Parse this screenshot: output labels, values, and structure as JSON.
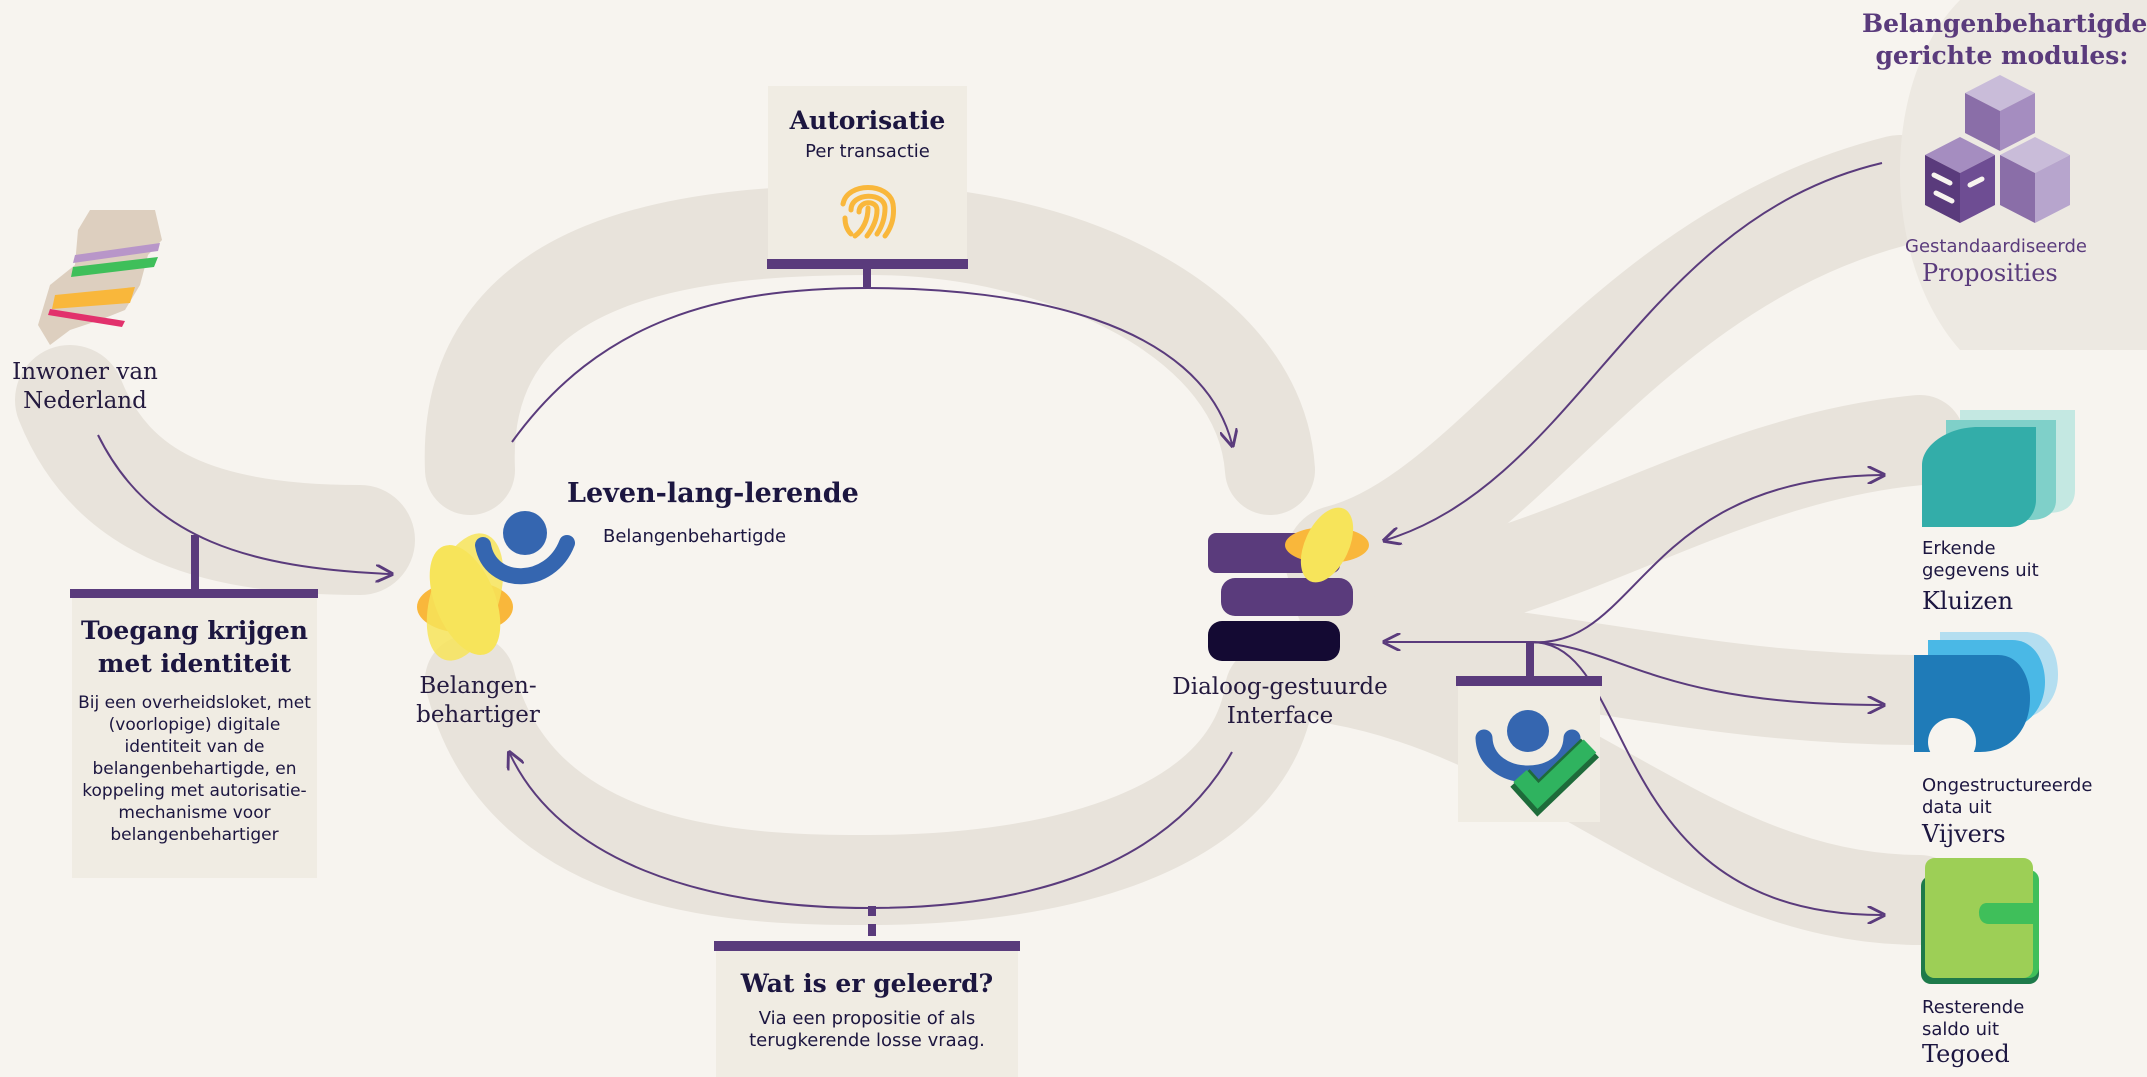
{
  "citizen": {
    "line1": "Inwoner van",
    "line2": "Nederland"
  },
  "access_card": {
    "title1": "Toegang krijgen",
    "title2": "met identiteit",
    "body": [
      "Bij een overheidsloket, met",
      "(voorlopige) digitale",
      "identiteit van de",
      "belangenbehartigde, en",
      "koppeling met autorisatie-",
      "mechanisme voor",
      "belangenbehartiger"
    ]
  },
  "advocate": {
    "line1": "Belangen-",
    "line2": "behartiger"
  },
  "lifelong": {
    "title": "Leven-lang-lerende",
    "subtitle": "Belangenbehartigde"
  },
  "authorisation": {
    "title": "Autorisatie",
    "subtitle": "Per transactie"
  },
  "learned": {
    "title": "Wat is er geleerd?",
    "body": [
      "Via een propositie of als",
      "terugkerende losse vraag."
    ]
  },
  "dialog": {
    "line1": "Dialoog-gestuurde",
    "line2": "Interface"
  },
  "modules": {
    "title1": "Belangenbehartigde-",
    "title2": "gerichte modules:",
    "caption": "Gestandaardiseerde",
    "name": "Proposities"
  },
  "sources": [
    {
      "line1": "Erkende",
      "line2": "gegevens uit",
      "name": "Kluizen"
    },
    {
      "line1": "Ongestructureerde",
      "line2": "data uit",
      "name": "Vijvers"
    },
    {
      "line1": "Resterende",
      "line2": "saldo uit",
      "name": "Tegoed"
    }
  ],
  "colors": {
    "purple": "#5a3b7c",
    "navy": "#1c1640",
    "yellow": "#f7e45a",
    "orange": "#f9b73b",
    "blue": "#3566b0",
    "teal": "#33ada9",
    "green": "#9dcf56",
    "checkGreen": "#2fb35f",
    "background": "#f7f4ef"
  }
}
